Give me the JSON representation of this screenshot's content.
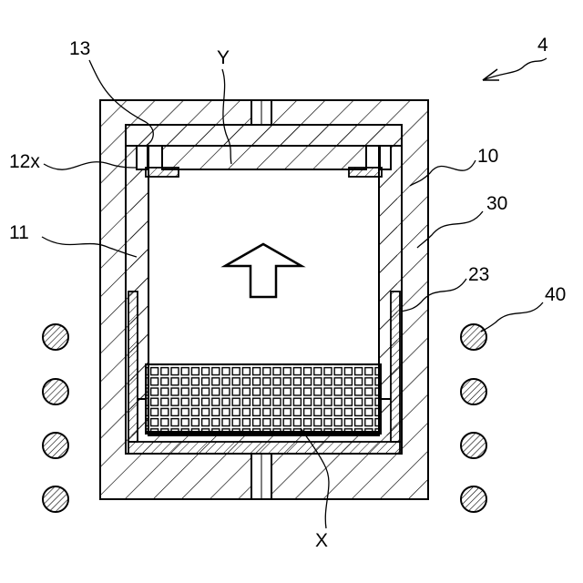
{
  "figure": {
    "labels": {
      "ref_4": "4",
      "ref_13": "13",
      "ref_Y": "Y",
      "ref_12x": "12x",
      "ref_10": "10",
      "ref_30": "30",
      "ref_11": "11",
      "ref_23": "23",
      "ref_40": "40",
      "ref_X": "X"
    }
  }
}
